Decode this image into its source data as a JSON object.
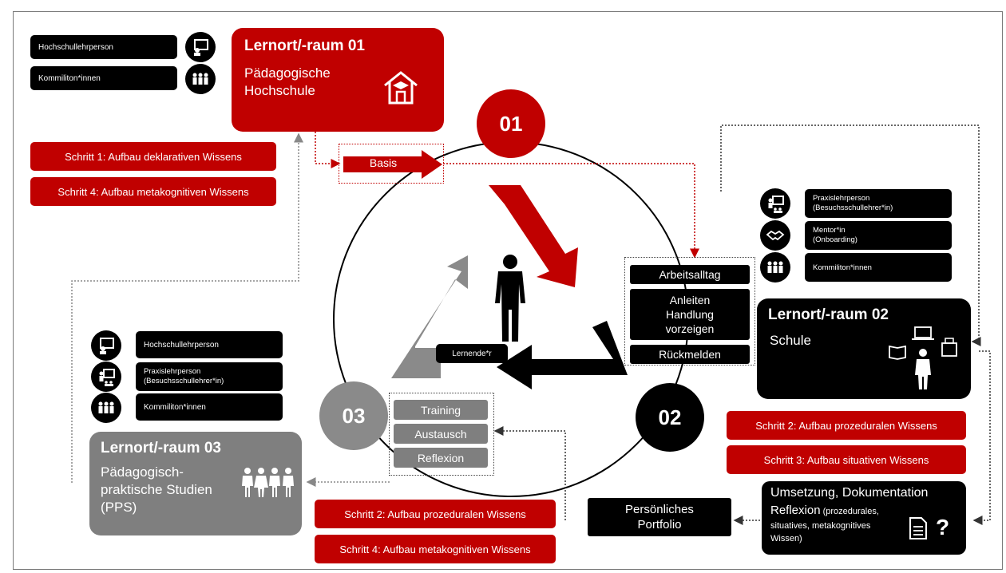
{
  "lernort01": {
    "title": "Lernort/-raum 01",
    "subtitle_line1": "Pädagogische",
    "subtitle_line2": "Hochschule"
  },
  "lernort02": {
    "title": "Lernort/-raum 02",
    "subtitle": "Schule"
  },
  "lernort03": {
    "title": "Lernort/-raum 03",
    "line1": "Pädagogisch-",
    "line2": "praktische Studien",
    "line3": "(PPS)"
  },
  "roles01": [
    "Hochschullehrperson",
    "Kommiliton*innen"
  ],
  "roles02": [
    {
      "line1": "Praxislehrperson",
      "line2": "(Besuchsschullehrer*in)"
    },
    {
      "line1": "Mentor*in",
      "line2": "(Onboarding)"
    },
    {
      "line1": "Kommiliton*innen",
      "line2": ""
    }
  ],
  "roles03": [
    {
      "line1": "Hochschullehrperson",
      "line2": ""
    },
    {
      "line1": "Praxislehrperson",
      "line2": "(Besuchsschullehrer*in)"
    },
    {
      "line1": "Kommiliton*innen",
      "line2": ""
    }
  ],
  "steps01": [
    "Schritt 1: Aufbau deklarativen Wissens",
    "Schritt 4: Aufbau metakognitiven Wissens"
  ],
  "steps02": [
    "Schritt 2: Aufbau prozeduralen Wissens",
    "Schritt 3: Aufbau situativen Wissens"
  ],
  "steps03": [
    "Schritt 2: Aufbau prozeduralen Wissens",
    "Schritt 4: Aufbau metakognitiven Wissens"
  ],
  "numbers": {
    "n01": "01",
    "n02": "02",
    "n03": "03"
  },
  "basis": "Basis",
  "learner": "Lernende*r",
  "schule_activities": {
    "a1": "Arbeitsalltag",
    "a2_line1": "Anleiten",
    "a2_line2": "Handlung",
    "a2_line3": "vorzeigen",
    "a3": "Rückmelden"
  },
  "pps_activities": [
    "Training",
    "Austausch",
    "Reflexion"
  ],
  "portfolio": {
    "line1": "Persönliches",
    "line2": "Portfolio"
  },
  "umsetzung": {
    "line1": "Umsetzung, Dokumentation",
    "line2_big": "Reflexion",
    "line2_small": " (prozedurales,",
    "line3": "situatives, metakognitives",
    "line4": "Wissen)",
    "qmark": "?"
  },
  "colors": {
    "red": "#c00000",
    "black": "#000000",
    "gray": "#7f7f7f"
  }
}
